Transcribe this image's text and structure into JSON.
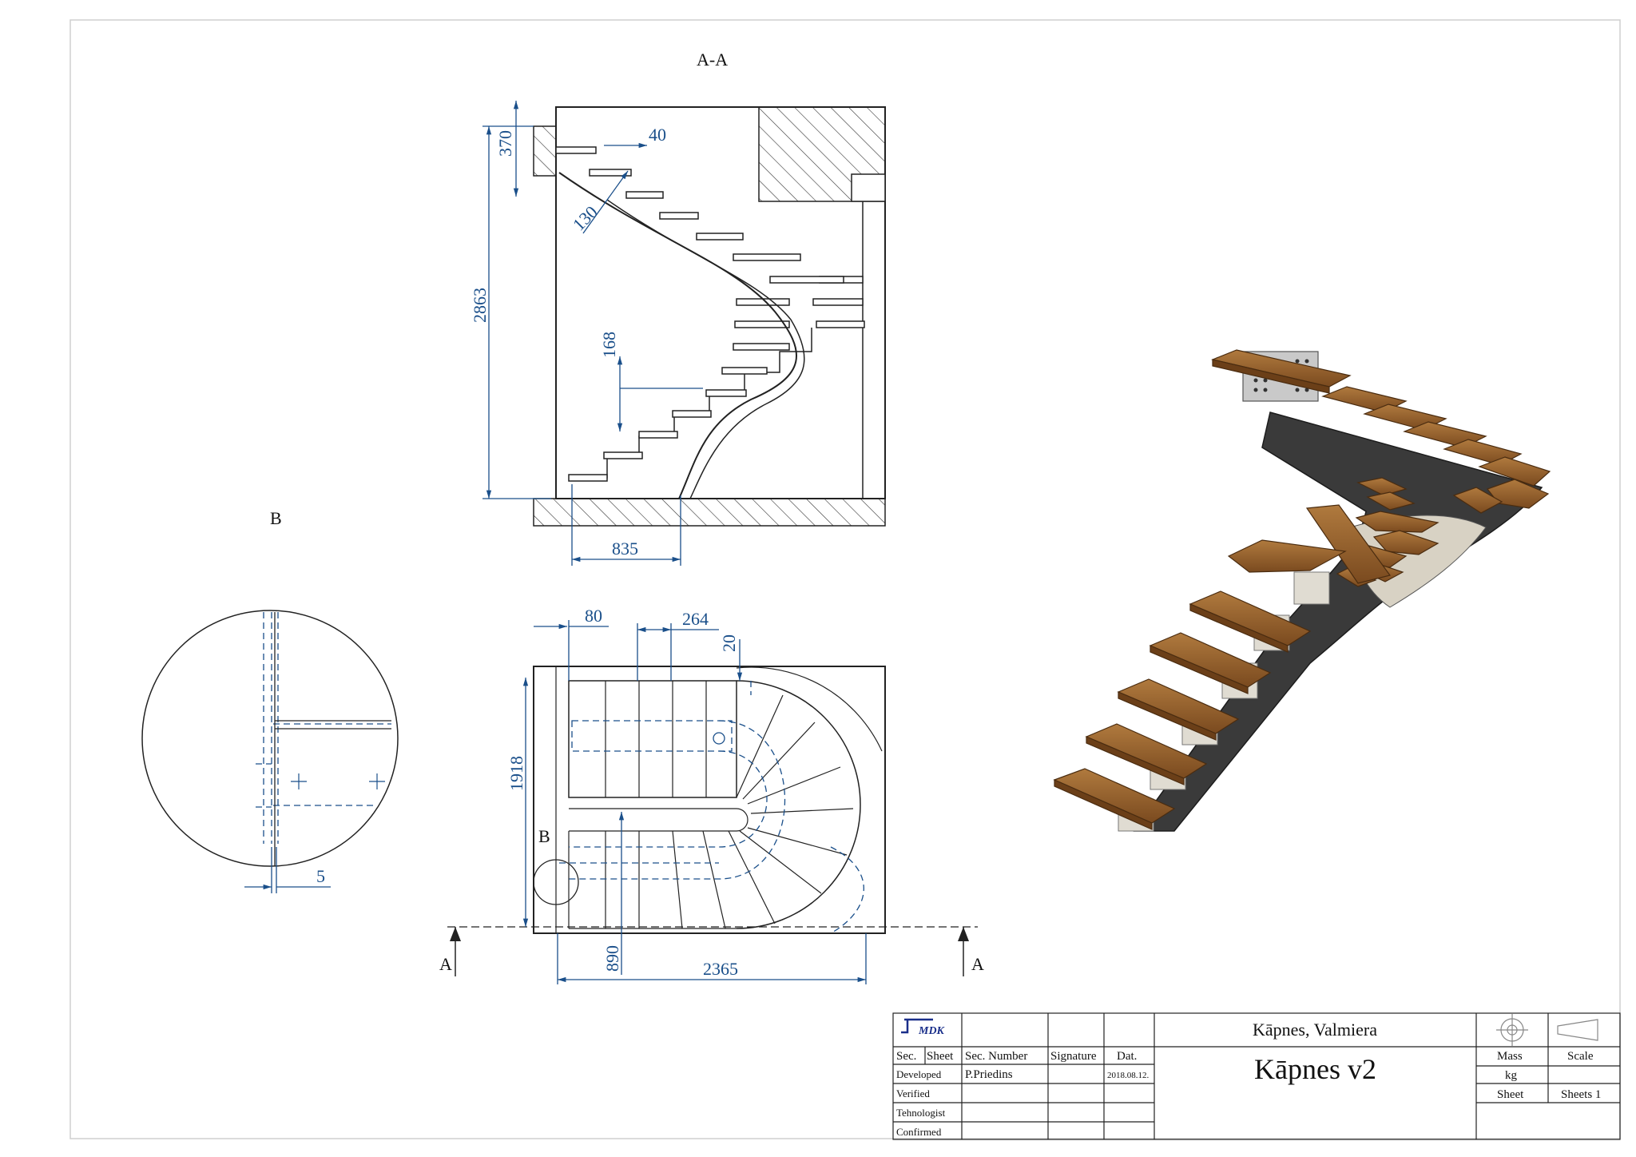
{
  "views": {
    "section_label": "A-A",
    "detail_label": "B",
    "detail_ref": "B",
    "cut_left": "A",
    "cut_right": "A"
  },
  "dimensions": {
    "section": {
      "top_gap": "370",
      "tread_over": "40",
      "tread_thick": "130",
      "total_height": "2863",
      "riser": "168",
      "base_width": "835"
    },
    "plan": {
      "offset": "80",
      "step_width": "264",
      "edge": "20",
      "depth": "1918",
      "flight": "890",
      "total_width": "2365"
    },
    "detail": {
      "gap": "5"
    }
  },
  "title_block": {
    "logo_text": "MDK",
    "project": "Kāpnes, Valmiera",
    "drawing_title": "Kāpnes v2",
    "headers": {
      "sec": "Sec.",
      "sheet": "Sheet",
      "sec_number": "Sec. Number",
      "signature": "Signature",
      "date": "Dat."
    },
    "roles": [
      "Developed",
      "Verified",
      "Tehnologist",
      "Confirmed"
    ],
    "developed_by": "P.Priedins",
    "developed_date": "2018.08.12.",
    "mass_label": "Mass",
    "mass_unit": "kg",
    "scale_label": "Scale",
    "sheet_label": "Sheet",
    "sheets_label": "Sheets 1"
  },
  "colors": {
    "dimension": "#1a4f8a",
    "line": "#222222",
    "wood": "#8a5a2b",
    "steel": "#3a3a3a"
  }
}
